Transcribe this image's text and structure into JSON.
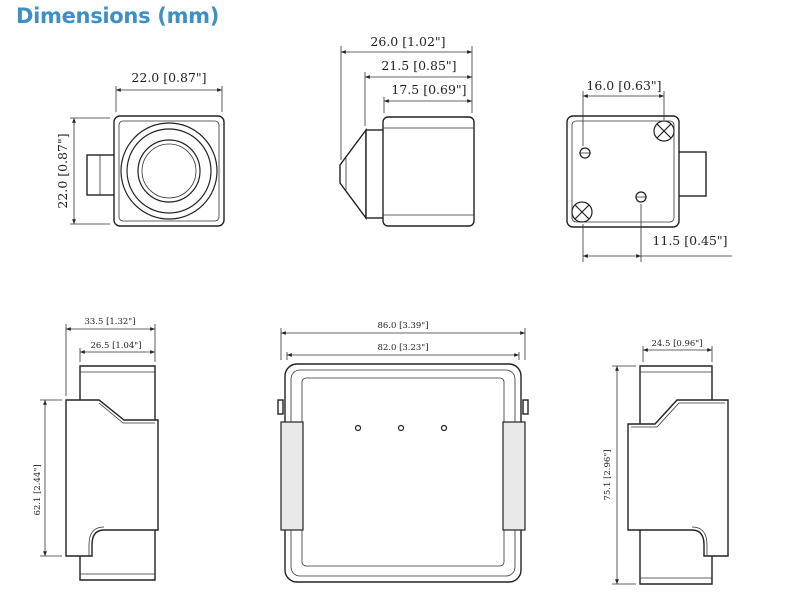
{
  "title": "Dimensions (mm)",
  "dimensions": {
    "front_width": "22.0 [0.87\"]",
    "front_height": "22.0 [0.87\"]",
    "side_total": "26.0 [1.02\"]",
    "side_mid": "21.5 [0.85\"]",
    "side_body": "17.5 [0.69\"]",
    "rear_width": "16.0 [0.63\"]",
    "rear_height": "11.5 [0.45\"]",
    "bracket_side_total": "33.5 [1.32\"]",
    "bracket_side_inner": "26.5 [1.04\"]",
    "bracket_side_height": "62.1 [2.44\"]",
    "bracket_front_total": "86.0 [3.39\"]",
    "bracket_front_inner": "82.0 [3.23\"]",
    "bracket_right_width": "24.5 [0.96\"]",
    "bracket_right_height": "75.1 [2.96\"]"
  }
}
